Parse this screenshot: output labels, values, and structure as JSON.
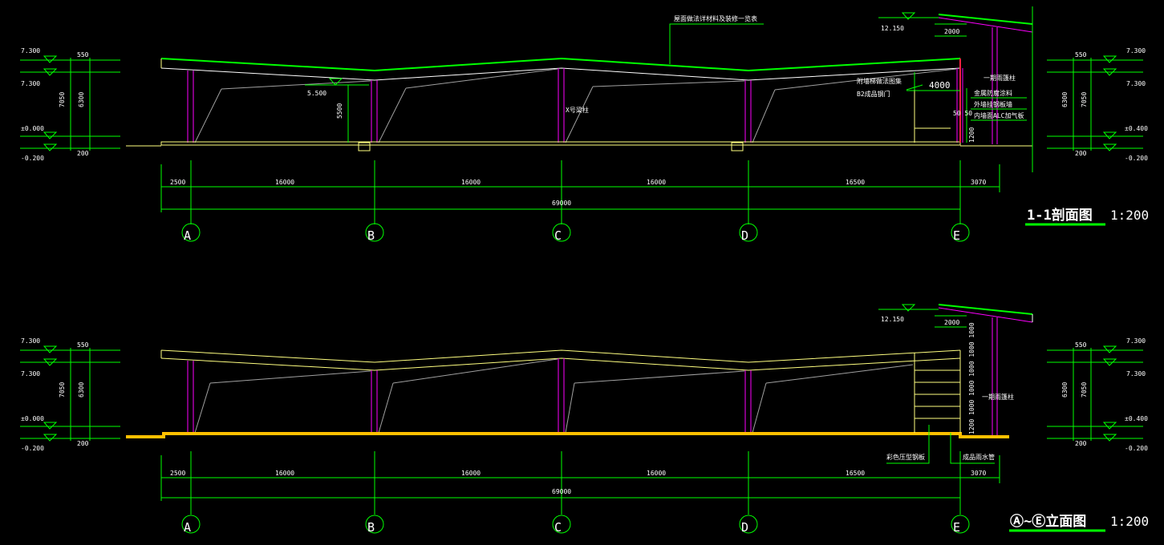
{
  "drawing": {
    "colors": {
      "background": "#000000",
      "dimension": "#00ff00",
      "structure": "#ff00ff",
      "roof_section": "#ffff80",
      "ground": "#ffc000",
      "brace": "#a0a0a0",
      "highlight": "#ff2040",
      "text": "#ffffff"
    },
    "section": {
      "title": "1-1剖面图",
      "scale": "1:200",
      "axes": [
        "A",
        "B",
        "C",
        "D",
        "E"
      ],
      "spans": [
        "2500",
        "16000",
        "16000",
        "16000",
        "16500",
        "3070"
      ],
      "total": "69000",
      "left_levels": [
        "7.300",
        "7.300",
        "±0.000",
        "-0.200"
      ],
      "left_dims": [
        "550",
        "7050",
        "6300",
        "200"
      ],
      "right_levels": [
        "7.300",
        "7.300",
        "±0.400",
        "-0.200"
      ],
      "right_dims": [
        "550",
        "6300",
        "7050",
        "200"
      ],
      "top_level": "12.150",
      "top_dim": "2000",
      "level_5500": "5.500",
      "dim_5500": "5500",
      "dim_4000": "4000",
      "dim_50_50": "50 50",
      "dim_1200": "1200",
      "note_roof": "屋面做法详材料及装修一览表",
      "note_col": "X号梁柱",
      "note_e1": "附墙梯做法图集",
      "note_e2": "B2成品钢门",
      "note_r1": "一期雨篷柱",
      "note_r2": "金属防腐涂料",
      "note_r3": "外墙挂钢板墙",
      "note_r4": "内墙面ALC加气板"
    },
    "elevation": {
      "title": "Ⓐ~Ⓔ立面图",
      "scale": "1:200",
      "axes": [
        "A",
        "B",
        "C",
        "D",
        "E"
      ],
      "spans": [
        "2500",
        "16000",
        "16000",
        "16000",
        "16500",
        "3070"
      ],
      "total": "69000",
      "left_levels": [
        "7.300",
        "7.300",
        "±0.000",
        "-0.200"
      ],
      "left_dims": [
        "550",
        "7050",
        "6300",
        "200"
      ],
      "right_levels": [
        "7.300",
        "7.300",
        "±0.400",
        "-0.200"
      ],
      "right_dims": [
        "550",
        "6300",
        "7050",
        "200"
      ],
      "top_level": "12.150",
      "top_dim": "2000",
      "stair_dims": "1200 1000 1000 1000 1000 1000",
      "note_r1": "一期雨篷柱",
      "note_b1": "彩色压型钢板",
      "note_b2": "成品雨水管"
    }
  }
}
